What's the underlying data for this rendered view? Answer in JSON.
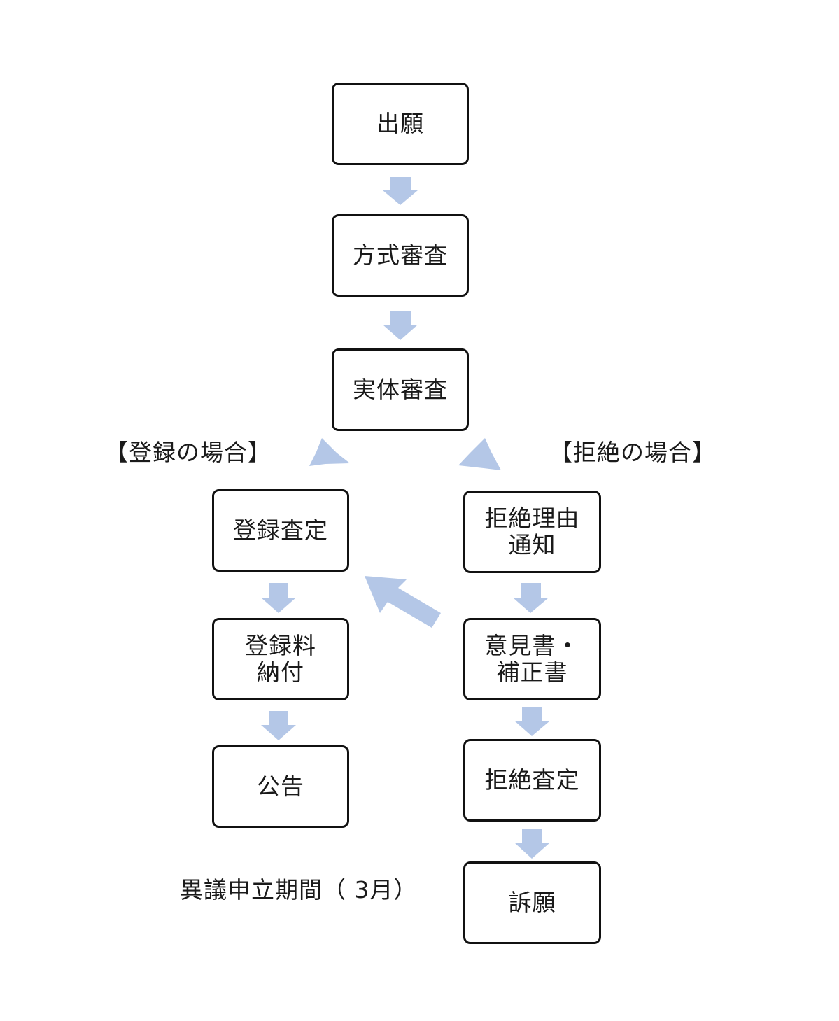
{
  "diagram": {
    "arrow_color": "#b4c7e7",
    "border_color": "#111111",
    "nodes": {
      "application": "出願",
      "formality_exam": "方式審査",
      "substantive_exam": "実体審査",
      "registration_decision": "登録査定",
      "registration_fee": "登録料\n納付",
      "publication": "公告",
      "refusal_notice": "拒絶理由\n通知",
      "response": "意見書・\n補正書",
      "refusal_decision": "拒絶査定",
      "appeal": "訴願"
    },
    "labels": {
      "registration_case": "【登録の場合】",
      "refusal_case": "【拒絶の場合】",
      "opposition_period": "異議申立期間（ 3月）"
    }
  }
}
